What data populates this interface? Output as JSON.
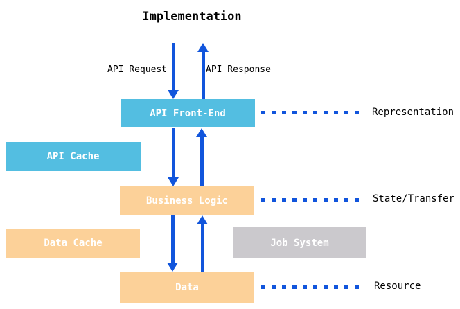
{
  "diagram": {
    "title": "Implementation",
    "flow_labels": {
      "request": "API Request",
      "response": "API Response"
    },
    "nodes": {
      "api_front_end": {
        "label": "API Front-End",
        "color": "#53bee1"
      },
      "api_cache": {
        "label": "API Cache",
        "color": "#53bee1"
      },
      "business_logic": {
        "label": "Business Logic",
        "color": "#fcd199"
      },
      "data_cache": {
        "label": "Data Cache",
        "color": "#fcd199"
      },
      "job_system": {
        "label": "Job System",
        "color": "#cbc9cd"
      },
      "data": {
        "label": "Data",
        "color": "#fcd199"
      }
    },
    "layer_labels": {
      "representation": "Representation",
      "state_transfer": "State/Transfer",
      "resource": "Resource"
    },
    "colors": {
      "arrow_blue": "#1155dc",
      "cyan_box": "#53bee1",
      "peach_box": "#fcd199",
      "gray_box": "#cbc9cd",
      "box_text": "#ffffff",
      "label_text": "#000000",
      "background": "#ffffff"
    }
  }
}
